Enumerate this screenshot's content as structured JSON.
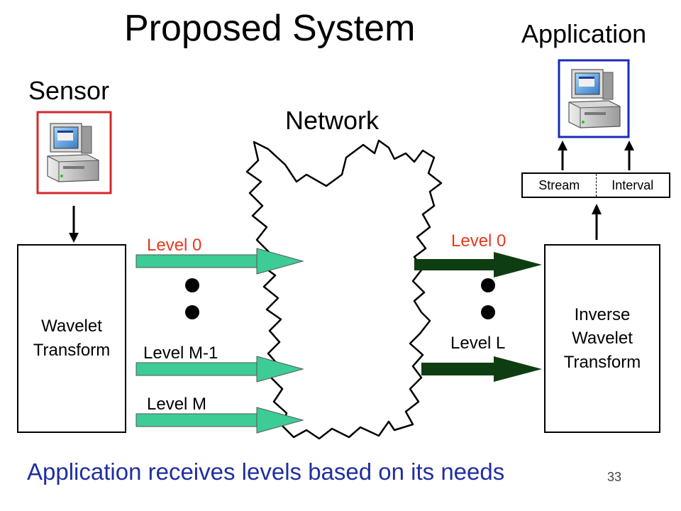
{
  "title": "Proposed System",
  "labels": {
    "application": "Application",
    "sensor": "Sensor",
    "network": "Network"
  },
  "left_box": {
    "line1": "Wavelet",
    "line2": "Transform"
  },
  "right_box": {
    "line1": "Inverse",
    "line2": "Wavelet",
    "line3": "Transform"
  },
  "stream_interval": {
    "left": "Stream",
    "right": "Interval"
  },
  "left_levels": {
    "level0": "Level 0",
    "levelM1": "Level M-1",
    "levelM": "Level M"
  },
  "right_levels": {
    "level0": "Level 0",
    "levelL": "Level L"
  },
  "caption": "Application receives levels based on its needs",
  "page_number": "33",
  "colors": {
    "sensor_frame": "#d42a2a",
    "app_frame": "#1a2ab8",
    "left_arrows": "#3dcc95",
    "right_arrows": "#0f3d12",
    "level0_text": "#e8381c",
    "caption_text": "#1f2fa0"
  },
  "icons": {
    "sensor": "computer-icon",
    "application": "computer-icon"
  }
}
